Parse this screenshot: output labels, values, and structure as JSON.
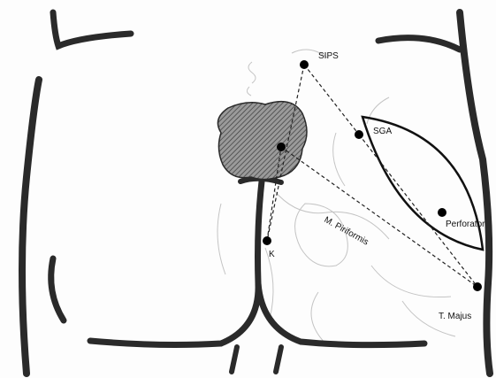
{
  "diagram": {
    "labels": {
      "sips": "SIPS",
      "sga": "SGA",
      "perforator": "Perforator",
      "piriformis": "M. Piriformis",
      "k": "K",
      "trochanter": "T. Majus"
    },
    "colors": {
      "ink": "#2a2a2a",
      "faint": "#b8b8b8",
      "hatch_fill": "#8a8a8a",
      "background": "#fdfdfd"
    }
  }
}
